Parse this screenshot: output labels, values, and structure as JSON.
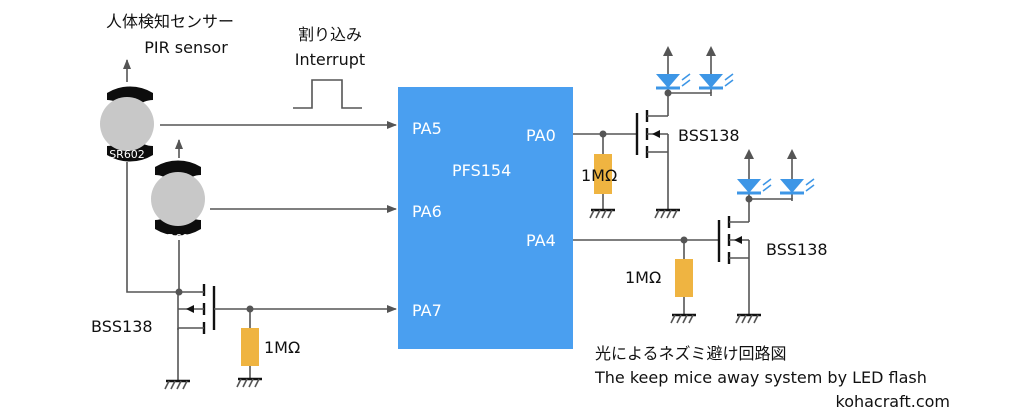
{
  "labels": {
    "sensor_jp": "人体検知センサー",
    "sensor_en": "PIR sensor",
    "interrupt_jp": "割り込み",
    "interrupt_en": "Interrupt",
    "mcu": "PFS154",
    "pin_pa5": "PA5",
    "pin_pa6": "PA6",
    "pin_pa7": "PA7",
    "pin_pa0": "PA0",
    "pin_pa4": "PA4",
    "sensor_1_model": "SR602",
    "sensor_2_model": "SR602",
    "mosfet_left": "BSS138",
    "mosfet_top": "BSS138",
    "mosfet_mid": "BSS138",
    "resistor_left": "1MΩ",
    "resistor_pa0": "1MΩ",
    "resistor_pa4": "1MΩ",
    "title_jp": "光によるネズミ避け回路図",
    "title_en": "The keep mice away system by LED flash",
    "site": "kohacraft.com"
  },
  "colors": {
    "mcu_fill": "#4a9ff0",
    "led_fill": "#3d96e6",
    "resistor_fill": "#efb441",
    "sensor_body": "#0d0d0d",
    "sensor_lens": "#c8c8c8",
    "wire": "#555555"
  }
}
